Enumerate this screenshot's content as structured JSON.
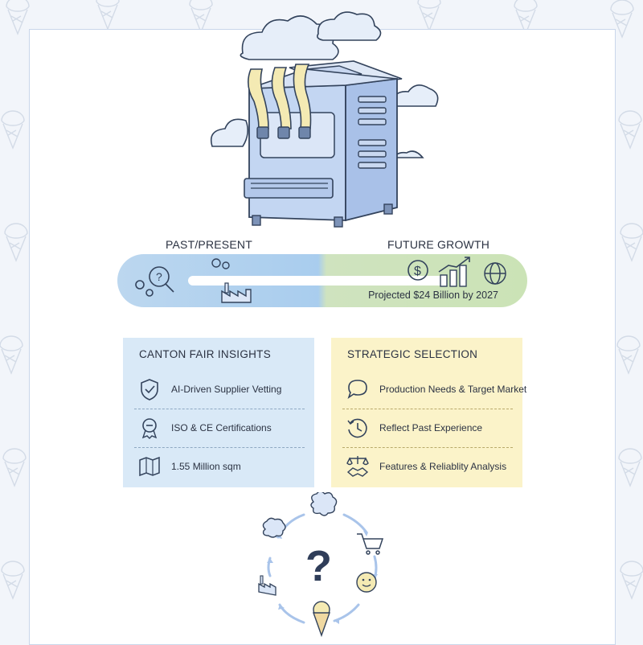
{
  "colors": {
    "background": "#f2f5fa",
    "timeline_past": "#a9cdee",
    "timeline_future": "#cbe3b6",
    "panel_left": "#d9e9f7",
    "panel_right": "#fbf3c9",
    "ink": "#2b3242",
    "machine_blue": "#b9cff0",
    "soft_serve": "#f4eab3"
  },
  "hero": {
    "icon": "soft-serve-ice-cream-machine-with-clouds"
  },
  "timeline": {
    "past_label": "PAST/PRESENT",
    "future_label": "FUTURE GROWTH",
    "projection": "Projected $24 Billion by 2027",
    "projection_value_billion": 24,
    "projection_year": 2027,
    "past_icons": [
      "gears-icon",
      "magnifier-question-icon",
      "gear-cog-icon",
      "factory-icon"
    ],
    "future_icons": [
      "dollar-icon",
      "growth-bar-chart-icon",
      "globe-dollar-icon"
    ]
  },
  "canton": {
    "title": "CANTON FAIR INSIGHTS",
    "items": [
      {
        "label": "AI-Driven Supplier Vetting",
        "icon": "shield-check-icon"
      },
      {
        "label": "ISO & CE Certifications",
        "icon": "certificate-ribbon-icon"
      },
      {
        "label": "1.55 Million sqm",
        "icon": "map-icon"
      }
    ]
  },
  "strategy": {
    "title": "STRATEGIC SELECTION",
    "items": [
      {
        "label": "Production Needs & Target Market",
        "icon": "chat-bubble-icon"
      },
      {
        "label": "Reflect Past Experience",
        "icon": "clock-history-icon"
      },
      {
        "label": "Features & Reliablity Analysis",
        "icon": "scales-handshake-icon"
      }
    ]
  },
  "cycle": {
    "center_icon": "question-mark-icon",
    "nodes": [
      "brain-icon",
      "brain-icon",
      "shopping-cart-icon",
      "smiley-scoop-icon",
      "ice-cream-cone-icon",
      "factory-icon"
    ]
  }
}
